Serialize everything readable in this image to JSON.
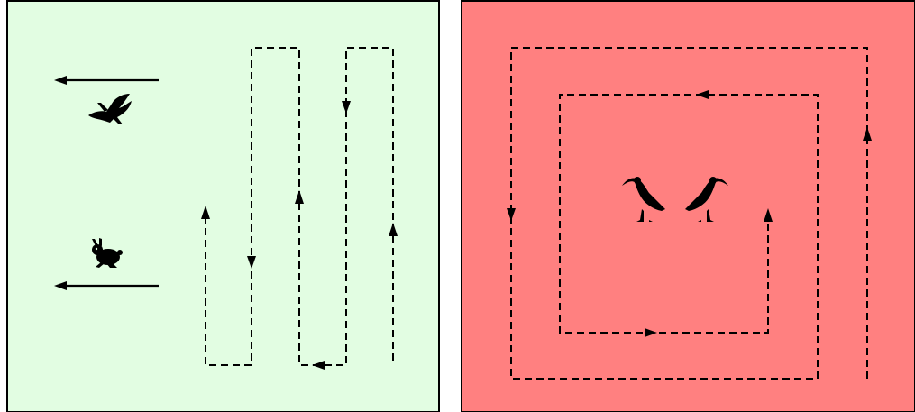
{
  "panels": [
    {
      "id": "left",
      "background": "#e2fde2",
      "icons": [
        "bird-of-prey-icon",
        "rabbit-icon"
      ],
      "arrows": [
        "arrow-left",
        "arrow-left"
      ],
      "path_style": "dashed-serpentine"
    },
    {
      "id": "right",
      "background": "#ff8080",
      "icons": [
        "ibis-left-icon",
        "ibis-right-icon"
      ],
      "path_style": "dashed-spiral"
    }
  ],
  "colors": {
    "left_background": "#e2fde2",
    "right_background": "#ff8080",
    "stroke": "#000000"
  }
}
